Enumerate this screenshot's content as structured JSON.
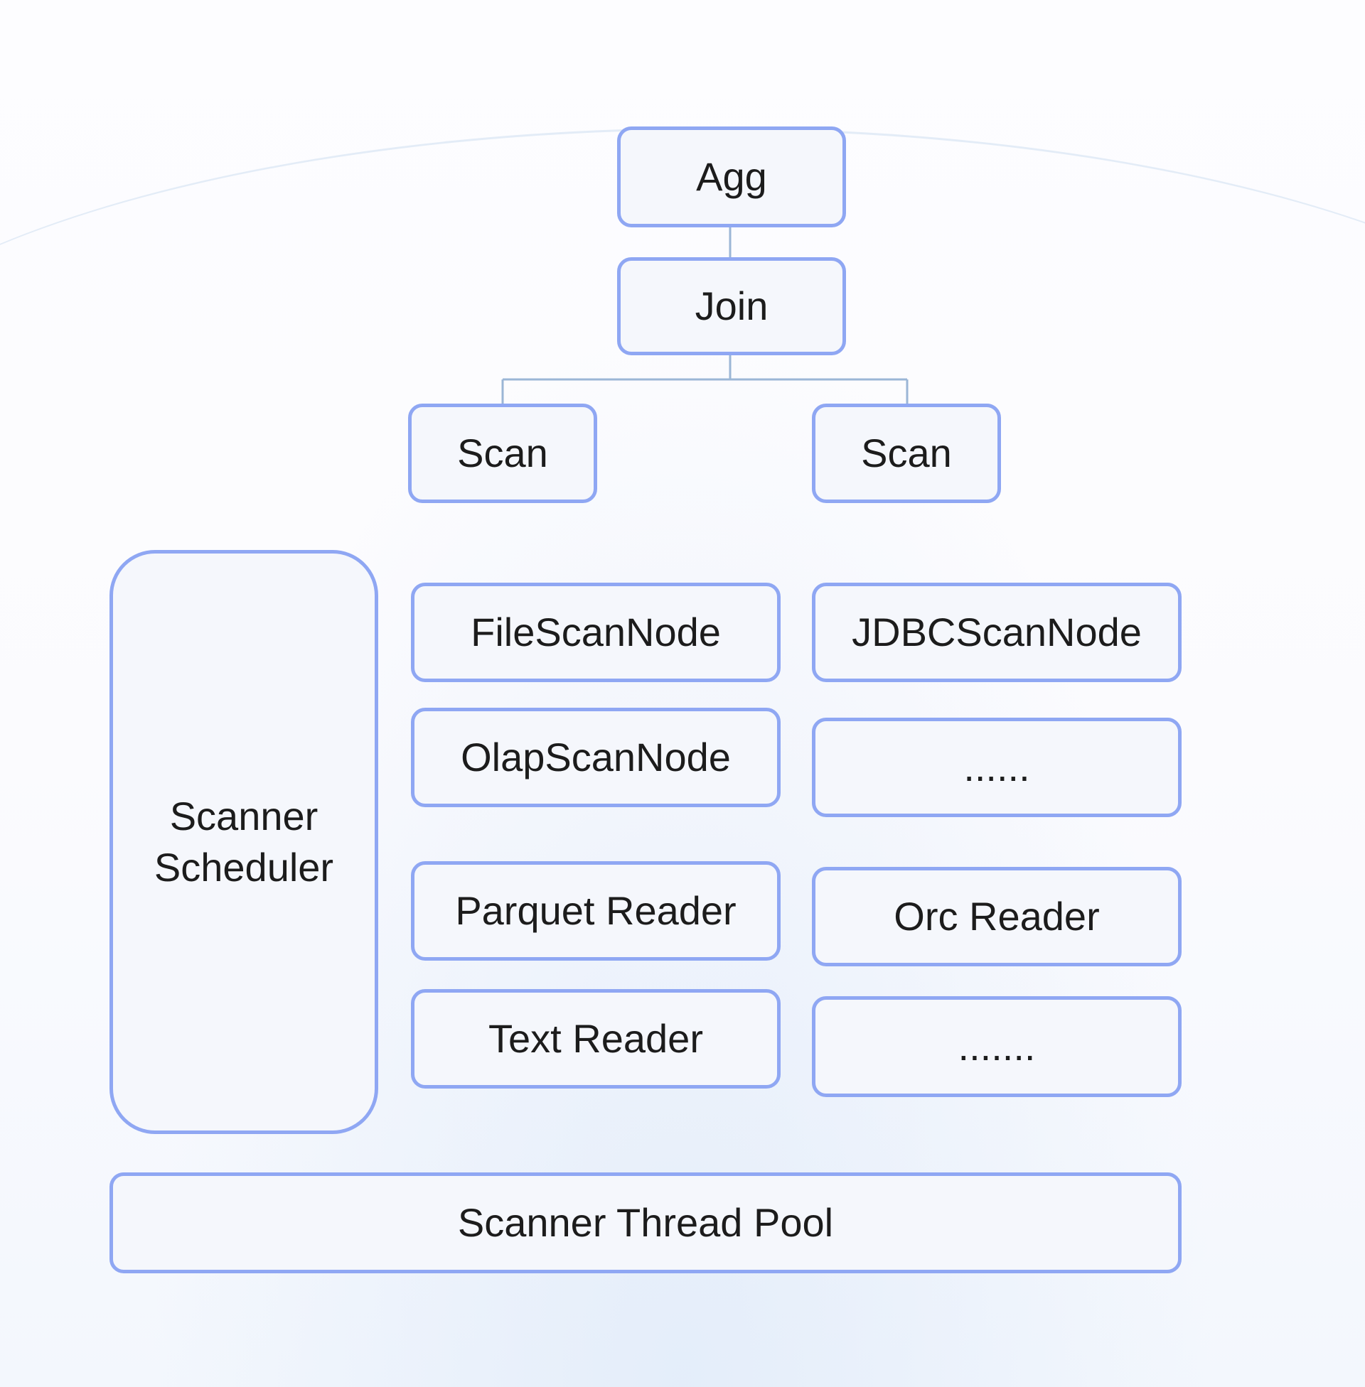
{
  "diagram": {
    "nodes": {
      "agg": "Agg",
      "join": "Join",
      "scan_left": "Scan",
      "scan_right": "Scan",
      "scanner_scheduler": "Scanner\nScheduler",
      "file_scan_node": "FileScanNode",
      "jdbc_scan_node": "JDBCScanNode",
      "olap_scan_node": "OlapScanNode",
      "ellipsis_1": "......",
      "parquet_reader": "Parquet Reader",
      "orc_reader": "Orc Reader",
      "text_reader": "Text Reader",
      "ellipsis_2": ".......",
      "scanner_thread_pool": "Scanner Thread Pool"
    },
    "edges": [
      {
        "from": "agg",
        "to": "join"
      },
      {
        "from": "join",
        "to": "scan_left"
      },
      {
        "from": "join",
        "to": "scan_right"
      }
    ],
    "colors": {
      "node_border": "#8fa7f3",
      "node_fill": "#f5f7fc",
      "connector": "#9bb6d6"
    }
  }
}
